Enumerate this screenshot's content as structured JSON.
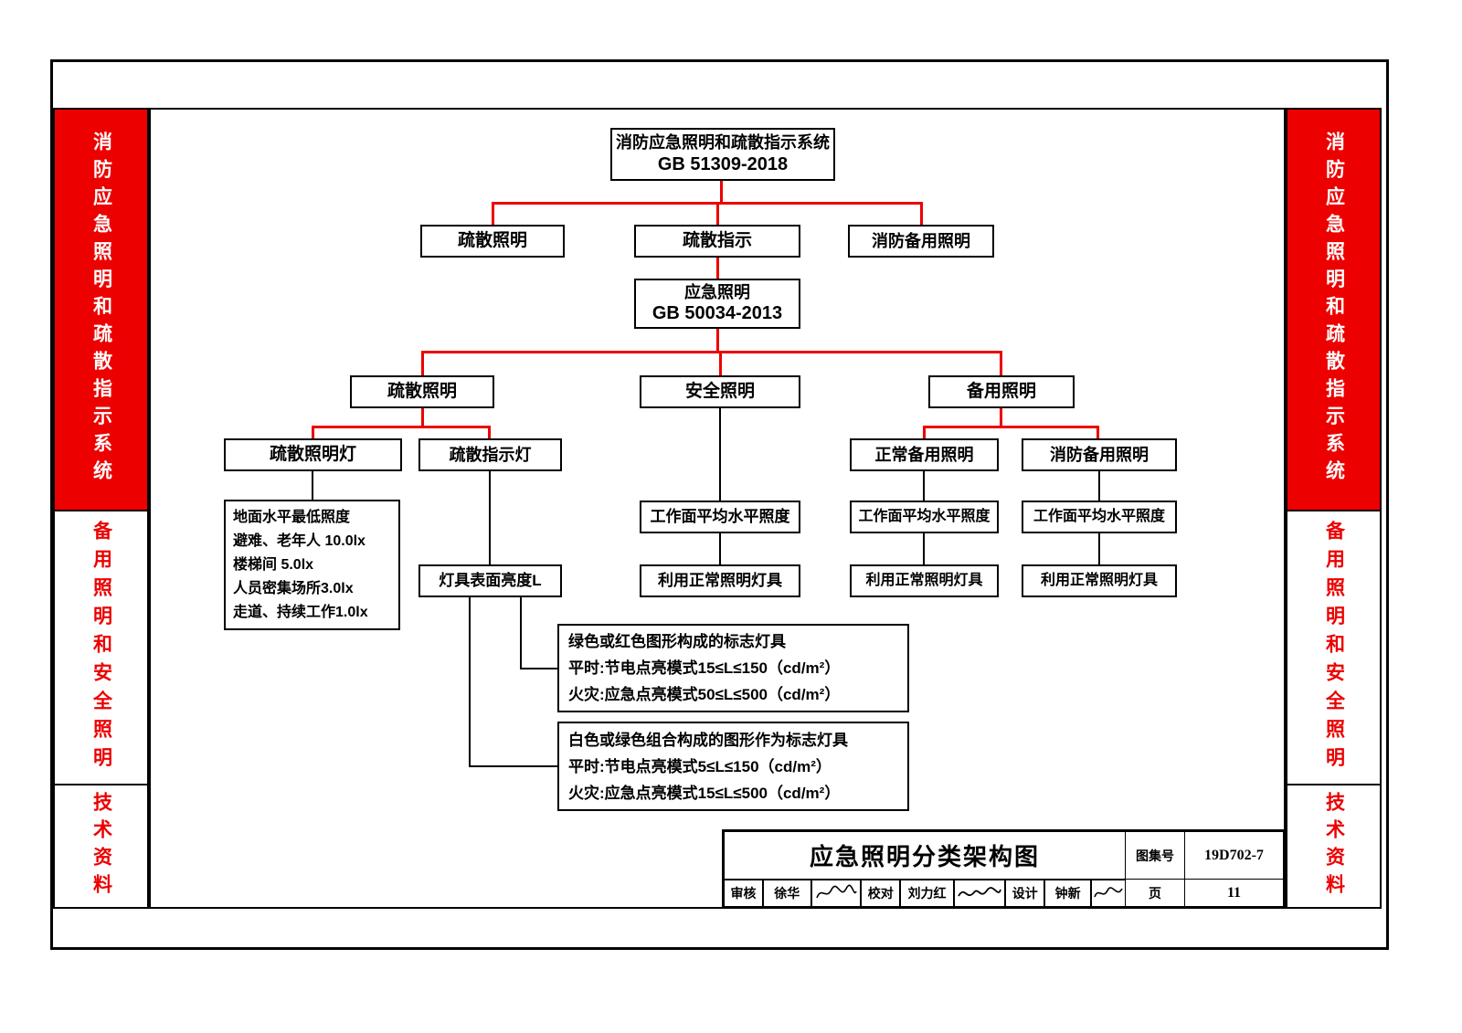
{
  "colors": {
    "accent_red": "#ec0000",
    "line_black": "#000000"
  },
  "sidebar": {
    "system_title": "消防应急照明和疏散指示系统",
    "backup_title": "备用照明和安全照明",
    "tech_title": "技术资料"
  },
  "diagram": {
    "root": {
      "line1": "消防应急照明和疏散指示系统",
      "line2": "GB 51309-2018"
    },
    "level2": [
      "疏散照明",
      "疏散指示",
      "消防备用照明"
    ],
    "std2": {
      "line1": "应急照明",
      "line2": "GB 50034-2013"
    },
    "level3": [
      "疏散照明",
      "安全照明",
      "备用照明"
    ],
    "evac_children": [
      "疏散照明灯",
      "疏散指示灯"
    ],
    "backup_children": [
      "正常备用照明",
      "消防备用照明"
    ],
    "illuminance_note": [
      "地面水平最低照度",
      "避难、老年人  10.0lx",
      "楼梯间  5.0lx",
      "人员密集场所3.0lx",
      "走道、持续工作1.0lx"
    ],
    "luminance_box": "灯具表面亮度L",
    "sign_green_red": [
      "绿色或红色图形构成的标志灯具",
      "平时:节电点亮模式15≤L≤150（cd/m²）",
      "火灾:应急点亮模式50≤L≤500（cd/m²）"
    ],
    "sign_white_green": [
      "白色或绿色组合构成的图形作为标志灯具",
      "平时:节电点亮模式5≤L≤150（cd/m²）",
      "火灾:应急点亮模式15≤L≤500（cd/m²）"
    ],
    "work_surface": "工作面平均水平照度",
    "use_normal": "利用正常照明灯具"
  },
  "titleblock": {
    "title": "应急照明分类架构图",
    "atlas_label": "图集号",
    "atlas_no": "19D702-7",
    "page_label": "页",
    "page_no": "11",
    "review_label": "审核",
    "reviewer": "徐华",
    "check_label": "校对",
    "checker": "刘力红",
    "design_label": "设计",
    "designer": "钟新"
  }
}
